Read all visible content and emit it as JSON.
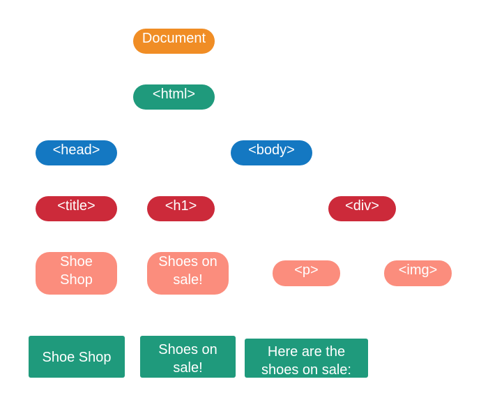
{
  "nodes": {
    "document": "Document",
    "html": "<html>",
    "head": "<head>",
    "body": "<body>",
    "title": "<title>",
    "h1": "<h1>",
    "div": "<div>",
    "title_text": "Shoe Shop",
    "h1_text": "Shoes on sale!",
    "p": "<p>",
    "img": "<img>"
  },
  "rendered": {
    "title": "Shoe Shop",
    "h1": "Shoes on sale!",
    "p": "Here are the shoes on sale:"
  },
  "colors": {
    "document": "#f08d25",
    "html": "#1f9a7c",
    "level2": "#1478c2",
    "level3": "#cc2a3a",
    "level4": "#fb8d7d",
    "rendered": "#1f9a7c"
  }
}
